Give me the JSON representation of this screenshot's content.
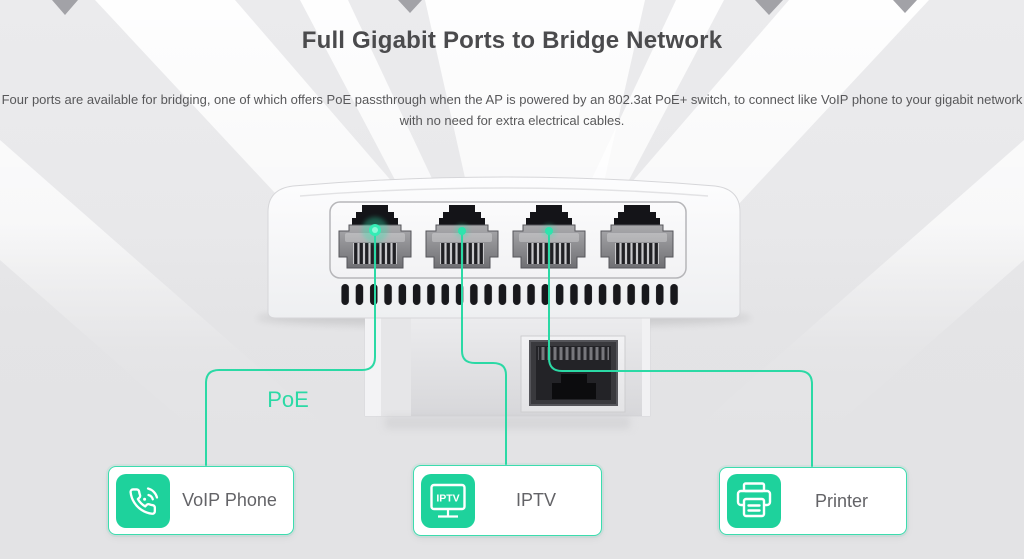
{
  "section": {
    "title": "Full Gigabit Ports to Bridge Network",
    "description_line1": "Four ports are available for bridging, one of which offers PoE passthrough when the AP is powered by an 802.3at PoE+ switch, to connect like VoIP phone to your gigabit network",
    "description_line2": "with no need for extra electrical cables."
  },
  "diagram": {
    "poe_label": "PoE",
    "port_count": 4,
    "connected_ports": 3,
    "colors": {
      "accent_green": "#2bd9a5",
      "icon_green": "#1ed29c",
      "title_gray": "#4b4b4d",
      "text_gray": "#58585a"
    }
  },
  "devices": [
    {
      "label": "VoIP Phone",
      "icon": "voip-phone-icon"
    },
    {
      "label": "IPTV",
      "icon": "iptv-icon",
      "icon_text": "IPTV"
    },
    {
      "label": "Printer",
      "icon": "printer-icon"
    }
  ]
}
